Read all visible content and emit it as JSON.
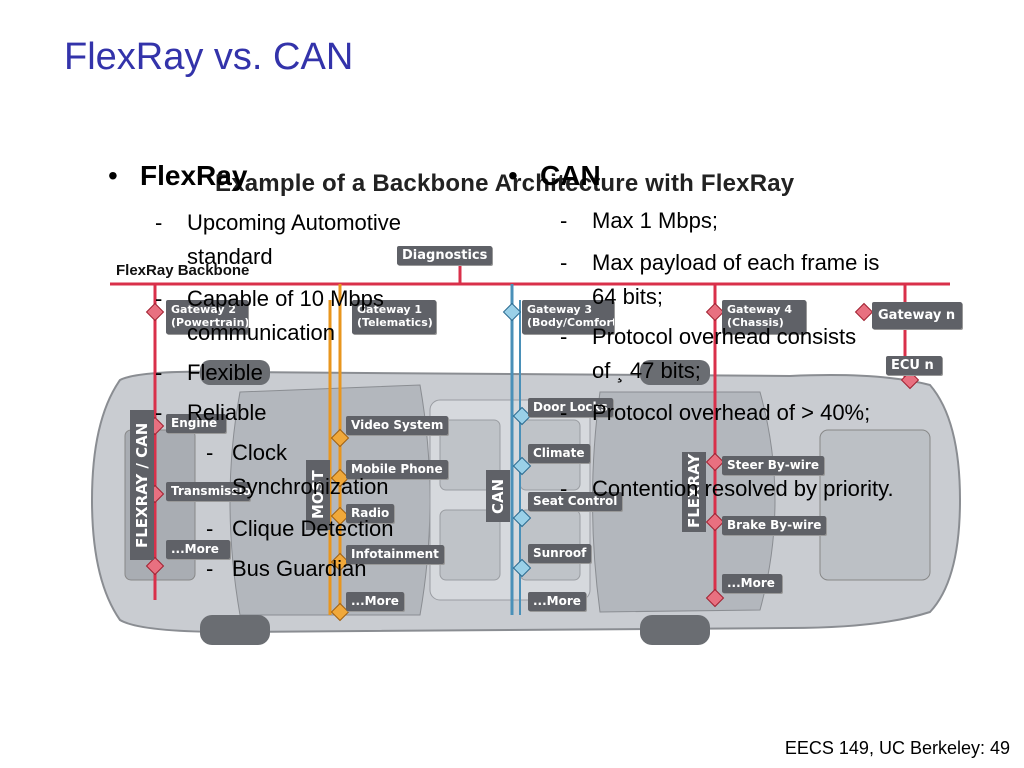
{
  "title": "FlexRay vs. CAN",
  "diagram": {
    "title": "Example of a Backbone Architecture with FlexRay",
    "backbone_label": "FlexRay Backbone",
    "boxes": {
      "diagnostics": "Diagnostics",
      "gateway2": "Gateway 2\n(Powertrain)",
      "gateway1": "Gateway 1\n(Telematics)",
      "gateway3": "Gateway 3\n(Body/Comfort)",
      "gateway4": "Gateway 4\n(Chassis)",
      "gatewayn": "Gateway n",
      "ecun": "ECU n",
      "engine": "Engine",
      "transmission": "Transmission",
      "more_left": "...More",
      "video": "Video System",
      "phone": "Mobile Phone",
      "radio": "Radio",
      "infotainment": "Infotainment",
      "more_most": "...More",
      "door": "Door Locks",
      "climate": "Climate",
      "seat": "Seat Control",
      "sunroof": "Sunroof",
      "more_can": "...More",
      "steer": "Steer By-wire",
      "brake": "Brake By-wire",
      "more_right": "...More"
    },
    "bus_labels": {
      "left": "FLEXRAY / CAN",
      "most": "MOST",
      "can": "CAN",
      "right": "FLEXRAY"
    },
    "colors": {
      "flexray_line": "#d9304a",
      "most_line": "#e8961e",
      "can_line": "#4a90b8",
      "box": "#5f6167",
      "car_body": "#c9ccd1"
    }
  },
  "left_column": {
    "heading": "FlexRay",
    "items": [
      "Upcoming Automotive standard",
      "Capable of 10 Mbps communication",
      "Flexible",
      "Reliable"
    ],
    "sub_items": [
      "Clock Synchronization",
      "Clique Detection",
      "Bus Guardian"
    ]
  },
  "right_column": {
    "heading": "CAN",
    "items": [
      "Max 1 Mbps;",
      "Max payload of each frame is 64 bits;",
      "Protocol overhead consists of ¸ 47 bits;",
      "Protocol overhead of > 40%;",
      "Contention resolved by priority."
    ]
  },
  "footer": "EECS 149, UC Berkeley: 49"
}
